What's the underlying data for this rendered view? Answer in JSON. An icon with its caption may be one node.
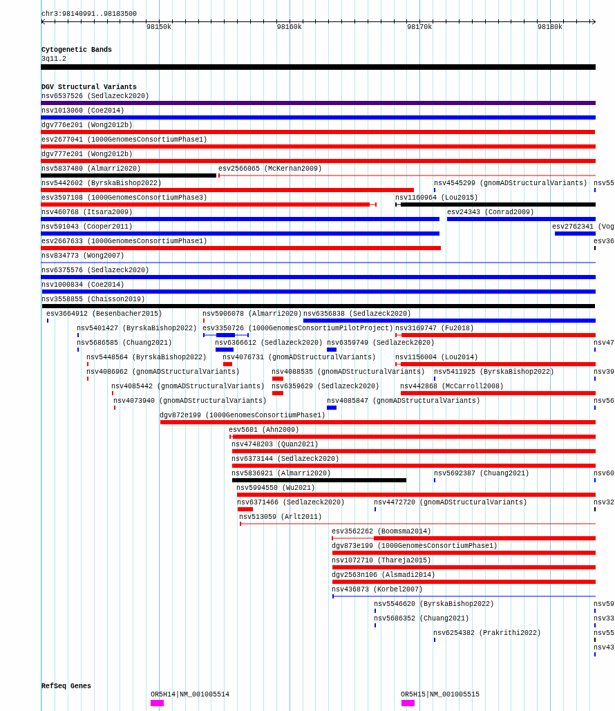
{
  "diagram": {
    "nodes": [
      {
        "text": [
          "3q11.2"
        ]
      },
      {
        "text": [
          "nsv6537526 (Sedlazeck2020)"
        ]
      },
      {
        "text": [
          "nsv1013060 (Coe2014)"
        ]
      },
      {
        "text": [
          "dgv776e201 (Wong2012b)"
        ]
      },
      {
        "text": [
          "esv2677041 (1000GenomesConsortiumPhase1)"
        ]
      },
      {
        "text": [
          "dgv777e201 (Wong2012b)"
        ]
      },
      {
        "text": [
          "nsv5837480 (Almarri2020)"
        ]
      },
      {
        "text": [
          "esv2566065 (McKernan2009)"
        ]
      },
      {
        "text": [
          "nsv5442602 (ByrskaBishop2022)"
        ]
      },
      {
        "text": [
          "nsv4545299 (gnomADStructuralVariants)"
        ]
      },
      {
        "text": [
          "nsv55"
        ]
      },
      {
        "text": [
          "esv3597108 (1000GenomesConsortiumPhase3)"
        ]
      },
      {
        "text": [
          "nsv1160964 (Lou2015)"
        ]
      },
      {
        "text": [
          "nsv460768 (Itsara2009)"
        ]
      },
      {
        "text": [
          "esv24343 (Conrad2009)"
        ]
      },
      {
        "text": [
          "nsv591043 (Cooper2011)"
        ]
      },
      {
        "text": [
          "esv2762341 (Vog"
        ]
      },
      {
        "text": [
          "esv2667633 (1000GenomesConsortiumPhase1)"
        ]
      },
      {
        "text": [
          "esv36"
        ]
      },
      {
        "text": [
          "nsv834773 (Wong2007)"
        ]
      },
      {
        "text": [
          "nsv6375576 (Sedlazeck2020)"
        ]
      },
      {
        "text": [
          "nsv1000834 (Coe2014)"
        ]
      },
      {
        "text": [
          "nsv3558855 (Chaisson2019)"
        ]
      },
      {
        "text": [
          "esv3664912 (Besenbacher2015)"
        ]
      },
      {
        "text": [
          "nsv5906078 (Almarri2020)"
        ]
      },
      {
        "text": [
          "nsv6356838 (Sedlazeck2020)"
        ]
      },
      {
        "text": [
          "nsv5401427 (ByrskaBishop2022)"
        ]
      },
      {
        "text": [
          "esv3350726 (1000GenomesConsortiumPilotProject)"
        ]
      },
      {
        "text": [
          "nsv3169747 (Fu2018)"
        ]
      },
      {
        "text": [
          "nsv5686585 (Chuang2021)"
        ]
      },
      {
        "text": [
          "nsv6366612 (Sedlazeck2020)"
        ]
      },
      {
        "text": [
          "nsv6359749 (Sedlazeck2020)"
        ]
      },
      {
        "text": [
          "nsv47"
        ]
      },
      {
        "text": [
          "nsv5448564 (ByrskaBishop2022)"
        ]
      },
      {
        "text": [
          "nsv4076731 (gnomADStructuralVariants)"
        ]
      },
      {
        "text": [
          "nsv1156004 (Lou2014)"
        ]
      },
      {
        "text": [
          "nsv4086962 (gnomADStructuralVariants)"
        ]
      },
      {
        "text": [
          "nsv4088535 (gnomADStructuralVariants)"
        ]
      },
      {
        "text": [
          "nsv5411925 (ByrskaBishop2022)"
        ]
      },
      {
        "text": [
          "nsv39"
        ]
      },
      {
        "text": [
          "nsv4085442 (gnomADStructuralVariants)"
        ]
      },
      {
        "text": [
          "nsv6359629 (Sedlazeck2020)"
        ]
      },
      {
        "text": [
          "nsv442868 (McCarroll2008)"
        ]
      },
      {
        "text": [
          "nsv4073940 (gnomADStructuralVariants)"
        ]
      },
      {
        "text": [
          "nsv4085847 (gnomADStructuralVariants)"
        ]
      },
      {
        "text": [
          "nsv56"
        ]
      },
      {
        "text": [
          "dgv872e199 (1000GenomesConsortiumPhase1)"
        ]
      },
      {
        "text": [
          "esv5601 (Ahn2009)"
        ]
      },
      {
        "text": [
          "nsv4748203 (Quan2021)"
        ]
      },
      {
        "text": [
          "nsv6373144 (Sedlazeck2020)"
        ]
      },
      {
        "text": [
          "nsv5836921 (Almarri2020)"
        ]
      },
      {
        "text": [
          "nsv5692387 (Chuang2021)"
        ]
      },
      {
        "text": [
          "nsv60"
        ]
      },
      {
        "text": [
          "nsv5994550 (Wu2021)"
        ]
      },
      {
        "text": [
          "nsv6371466 (Sedlazeck2020)"
        ]
      },
      {
        "text": [
          "nsv4472720 (gnomADStructuralVariants)"
        ]
      },
      {
        "text": [
          "nsv32"
        ]
      },
      {
        "text": [
          "nsv513059 (Arlt2011)"
        ]
      },
      {
        "text": [
          "esv3562262 (Boomsma2014)"
        ]
      },
      {
        "text": [
          "dgv873e199 (1000GenomesConsortiumPhase1)"
        ]
      },
      {
        "text": [
          "nsv1072710 (Thareja2015)"
        ]
      },
      {
        "text": [
          "dgv2563n106 (Alsmadi2014)"
        ]
      },
      {
        "text": [
          "nsv436873 (Korbel2007)"
        ]
      },
      {
        "text": [
          "nsv5546620 (ByrskaBishop2022)"
        ]
      },
      {
        "text": [
          "nsv59"
        ]
      },
      {
        "text": [
          "nsv5686352 (Chuang2021)"
        ]
      },
      {
        "text": [
          "nsv33"
        ]
      },
      {
        "text": [
          "nsv6254382 (Prakrithi2022)"
        ]
      },
      {
        "text": [
          "nsv55"
        ]
      },
      {
        "text": [
          "nsv43"
        ]
      },
      {
        "text": [
          "OR5H14|NM_001005514"
        ]
      },
      {
        "text": [
          "OR5H15|NM_001005515"
        ]
      }
    ],
    "labels": [
      "chr3:98140991..98183500",
      "98150k",
      "98160k",
      "98170k",
      "98180k",
      "Cytogenetic Bands",
      "DGV Structural Variants",
      "RefSeq Genes"
    ]
  }
}
